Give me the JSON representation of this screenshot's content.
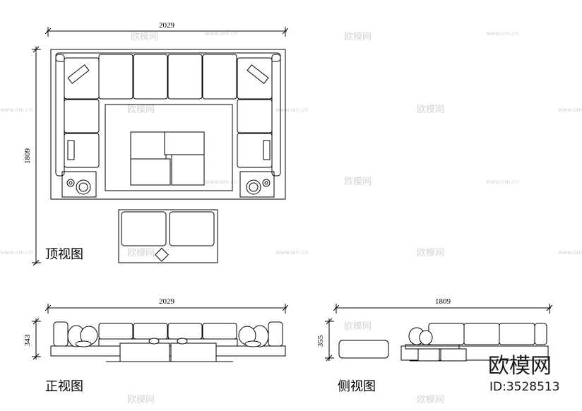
{
  "top_view": {
    "label": "顶视图",
    "width_dim": "2029",
    "depth_dim": "1809"
  },
  "front_view": {
    "label": "正视图",
    "width_dim": "2029",
    "height_dim": "343"
  },
  "side_view": {
    "label": "侧视图",
    "width_dim": "1809",
    "height_dim": "355"
  },
  "watermark": {
    "logo_text": "欧模网",
    "url_text": "www.om.cn"
  },
  "brand": {
    "name": "欧模网",
    "id_text": "ID:3528513"
  }
}
